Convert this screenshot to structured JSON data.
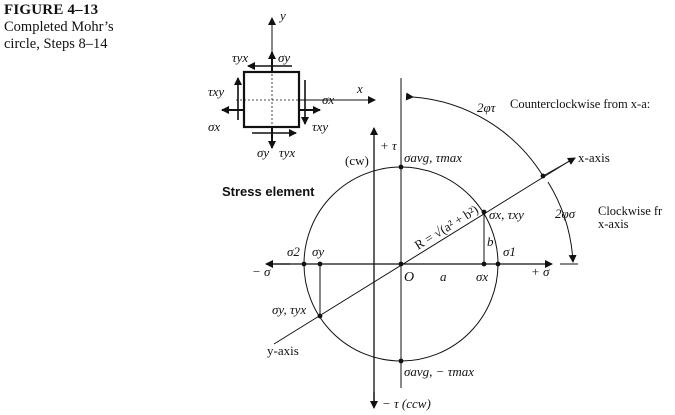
{
  "figure": {
    "number": "FIGURE 4–13",
    "caption_line1": "Completed Mohr’s",
    "caption_line2": "circle, Steps 8–14"
  },
  "element": {
    "label": "Stress element",
    "y_axis": "y",
    "x_axis": "x",
    "tau_yx_top": "τyx",
    "sigma_y_top": "σy",
    "tau_xy_left": "τxy",
    "sigma_x_left": "σx",
    "sigma_x_right": "σx",
    "tau_xy_right": "τxy",
    "sigma_y_bottom": "σy",
    "tau_yx_bottom": "τyx"
  },
  "mohr": {
    "tau_cw_label": "+ τ",
    "tau_cw_sub": "(cw)",
    "tau_ccw_label": "− τ (ccw)",
    "neg_sigma": "− σ",
    "pos_sigma": "+ σ",
    "origin": "O",
    "sigma2": "σ2",
    "sigma_y": "σy",
    "sigma1": "σ1",
    "sigma_x_axis": "σx",
    "a": "a",
    "b": "b",
    "radius_label": "R = √(a² + b²)",
    "top_point": "σavg, τmax",
    "bottom_point": "σavg, − τmax",
    "point_x": "σx, τxy",
    "point_y": "σy, τyx",
    "x_axis_label": "x-axis",
    "y_axis_label": "y-axis",
    "two_phi_tau": "2φτ",
    "ccw_text": "Counterclockwise from x-a:",
    "two_phi_sigma": "2φσ",
    "cw_text1": "Clockwise fr",
    "cw_text2": "x-axis"
  }
}
